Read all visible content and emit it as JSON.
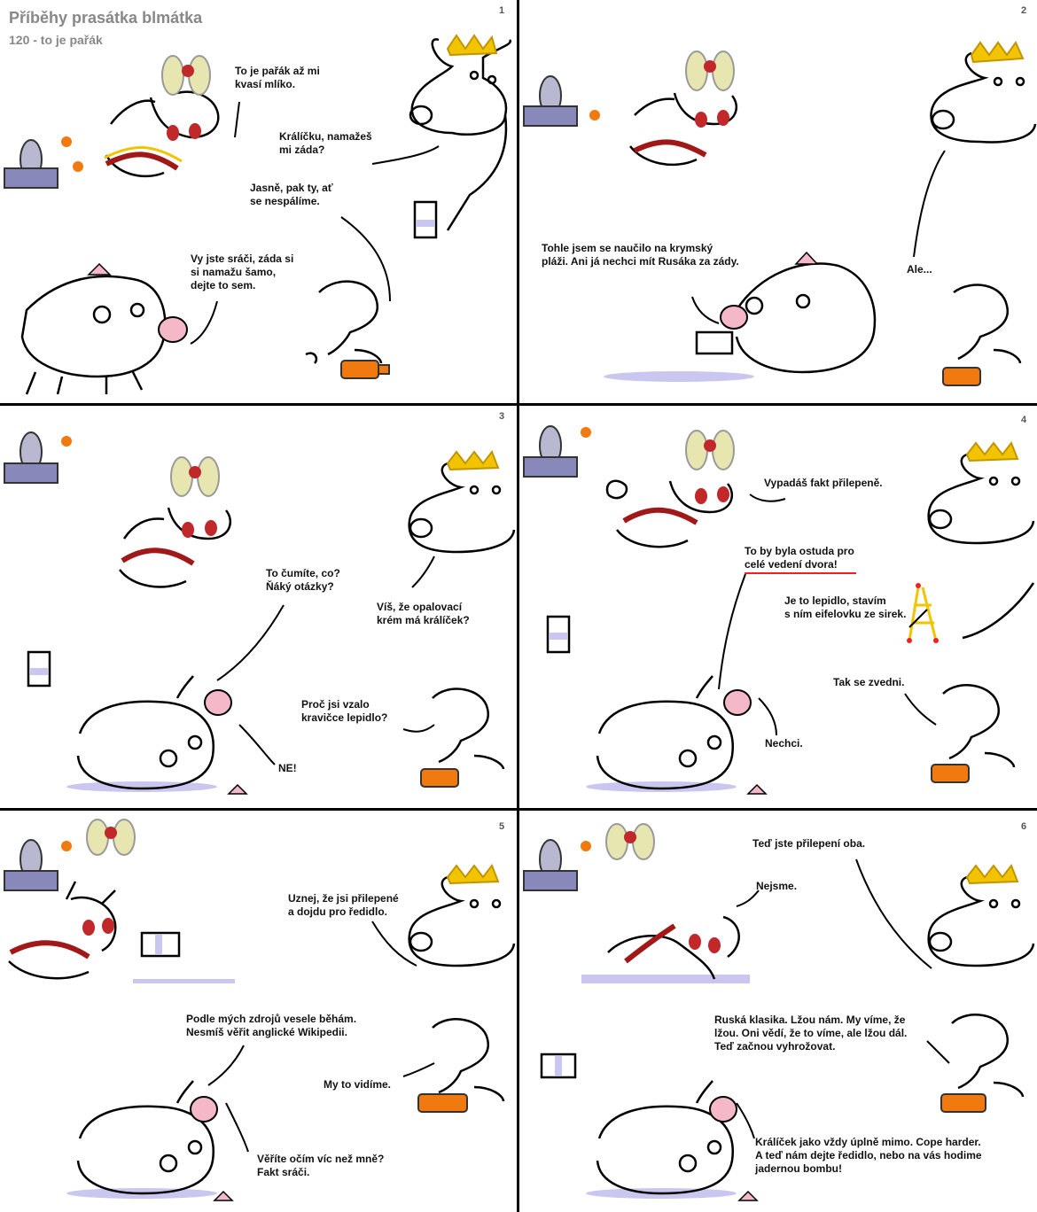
{
  "comic": {
    "title": "Příběhy prasátka blmátka",
    "subtitle": "120 - to je pařák"
  },
  "panels": [
    {
      "number": "1",
      "lines": [
        "To je pařák až mi\nkvasí mlíko.",
        "Králíčku, namažeš\nmi záda?",
        "Jasně, pak ty, ať\nse nespálíme.",
        "Vy jste sráči, záda si\nsi namažu šamo,\ndejte to sem."
      ]
    },
    {
      "number": "2",
      "lines": [
        "Tohle jsem se naučilo na krymský\npláži. Ani já nechci mít Rusáka za zády.",
        "Ale..."
      ]
    },
    {
      "number": "3",
      "lines": [
        "To čumíte, co?\nŇáký otázky?",
        "Víš, že opalovací\nkrém má králíček?",
        "Proč jsi vzalo\nkravičce lepidlo?",
        "NE!"
      ]
    },
    {
      "number": "4",
      "lines": [
        "Vypadáš fakt přilepeně.",
        "To by byla ostuda pro\ncelé vedení dvora!",
        "Je to lepidlo, stavím\ns ním eifelovku ze sirek.",
        "Tak se zvedni.",
        "Nechci."
      ]
    },
    {
      "number": "5",
      "lines": [
        "Uznej, že jsi přilepené\na dojdu pro ředidlo.",
        "Podle mých zdrojů vesele běhám.\nNesmíš věřit anglické Wikipedii.",
        "My to vidíme.",
        "Věříte očím víc než mně?\nFakt sráči."
      ]
    },
    {
      "number": "6",
      "lines": [
        "Teď jste přilepení oba.",
        "Nejsme.",
        "Ruská klasika. Lžou nám. My víme, že\nlžou. Oni vědí, že to víme, ale lžou dál.\nTeď začnou vyhrožovat.",
        "Králíček jako vždy úplně mimo. Cope harder.\nA teď nám dejte ředidlo, nebo na vás hodime\njadernou bombu!"
      ]
    }
  ],
  "colors": {
    "ink": "#000000",
    "crown": "#f2c400",
    "pig_snout": "#f4b8c8",
    "bottle": "#f07a10",
    "puddle": "#c9c7f0",
    "stripe": "#a01818",
    "underline": "#e22222"
  }
}
